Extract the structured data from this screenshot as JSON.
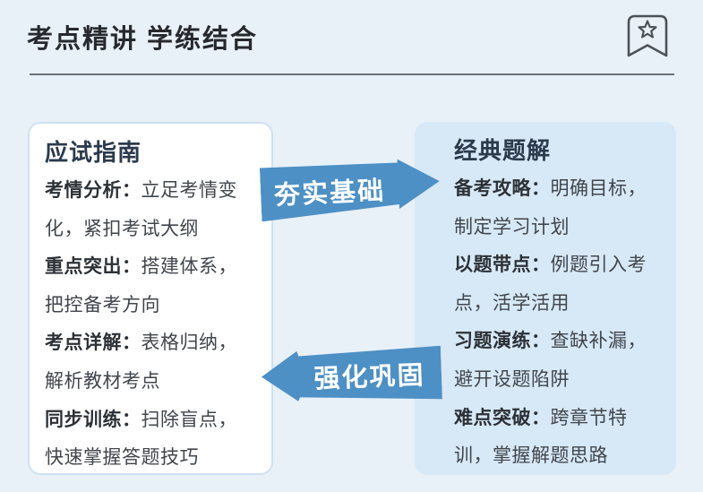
{
  "header": {
    "title": "考点精讲 学练结合"
  },
  "left_card": {
    "title": "应试指南",
    "items": [
      {
        "label": "考情分析：",
        "lines": [
          "立足考情变",
          "化，紧扣考试大纲"
        ]
      },
      {
        "label": "重点突出：",
        "lines": [
          "搭建体系，",
          "把控备考方向"
        ]
      },
      {
        "label": "考点详解：",
        "lines": [
          "表格归纳，",
          "解析教材考点"
        ]
      },
      {
        "label": "同步训练：",
        "lines": [
          "扫除盲点，",
          "快速掌握答题技巧"
        ]
      }
    ]
  },
  "right_card": {
    "title": "经典题解",
    "items": [
      {
        "label": "备考攻略：",
        "lines": [
          "明确目标，",
          "制定学习计划"
        ]
      },
      {
        "label": "以题带点：",
        "lines": [
          "例题引入考",
          "点，活学活用"
        ]
      },
      {
        "label": "习题演练：",
        "lines": [
          "查缺补漏，",
          "避开设题陷阱"
        ]
      },
      {
        "label": "难点突破：",
        "lines": [
          "跨章节特",
          "训，掌握解题思路"
        ]
      }
    ]
  },
  "arrows": {
    "forward_label": "夯实基础",
    "backward_label": "强化巩固"
  },
  "colors": {
    "page_bg": "#e8f1f8",
    "arrow_blue": "#4d90c5",
    "right_card_bg": "#d7e8f6",
    "card_title_text": "#2b3a4d",
    "icon_stroke": "#4d5257"
  }
}
